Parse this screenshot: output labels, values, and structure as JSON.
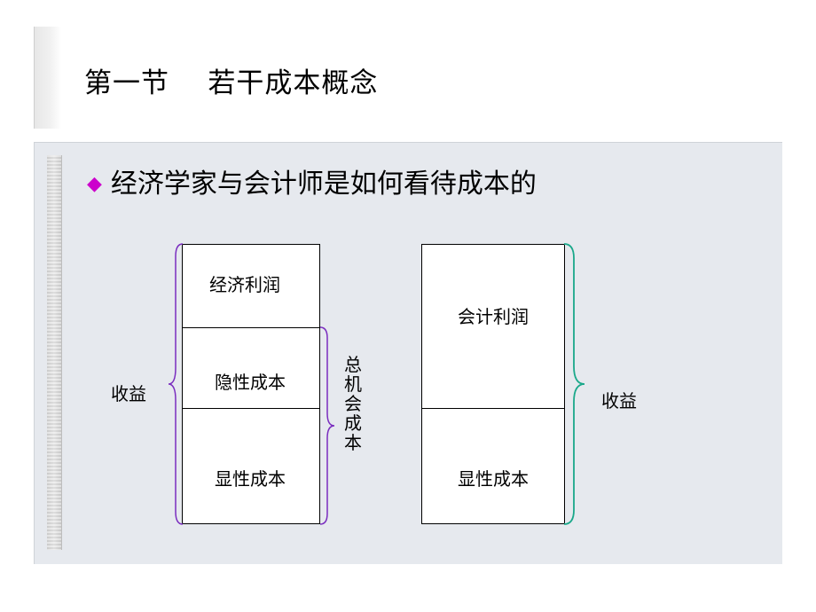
{
  "slide": {
    "title": "第一节    若干成本概念",
    "bullet": {
      "icon": "diamond-bullet-icon",
      "text": "经济学家与会计师是如何看待成本的"
    }
  },
  "left_diagram": {
    "segments": [
      "经济利润",
      "隐性成本",
      "显性成本"
    ],
    "revenue_label": "收益",
    "opportunity_cost_label": "总机会成本"
  },
  "right_diagram": {
    "segments": [
      "会计利润",
      "显性成本"
    ],
    "revenue_label": "收益"
  },
  "colors": {
    "panel": "#e6e9ee",
    "bullet": "#cc00cc",
    "left_brace": "#7a2dbf",
    "right_brace": "#1aa88a"
  }
}
